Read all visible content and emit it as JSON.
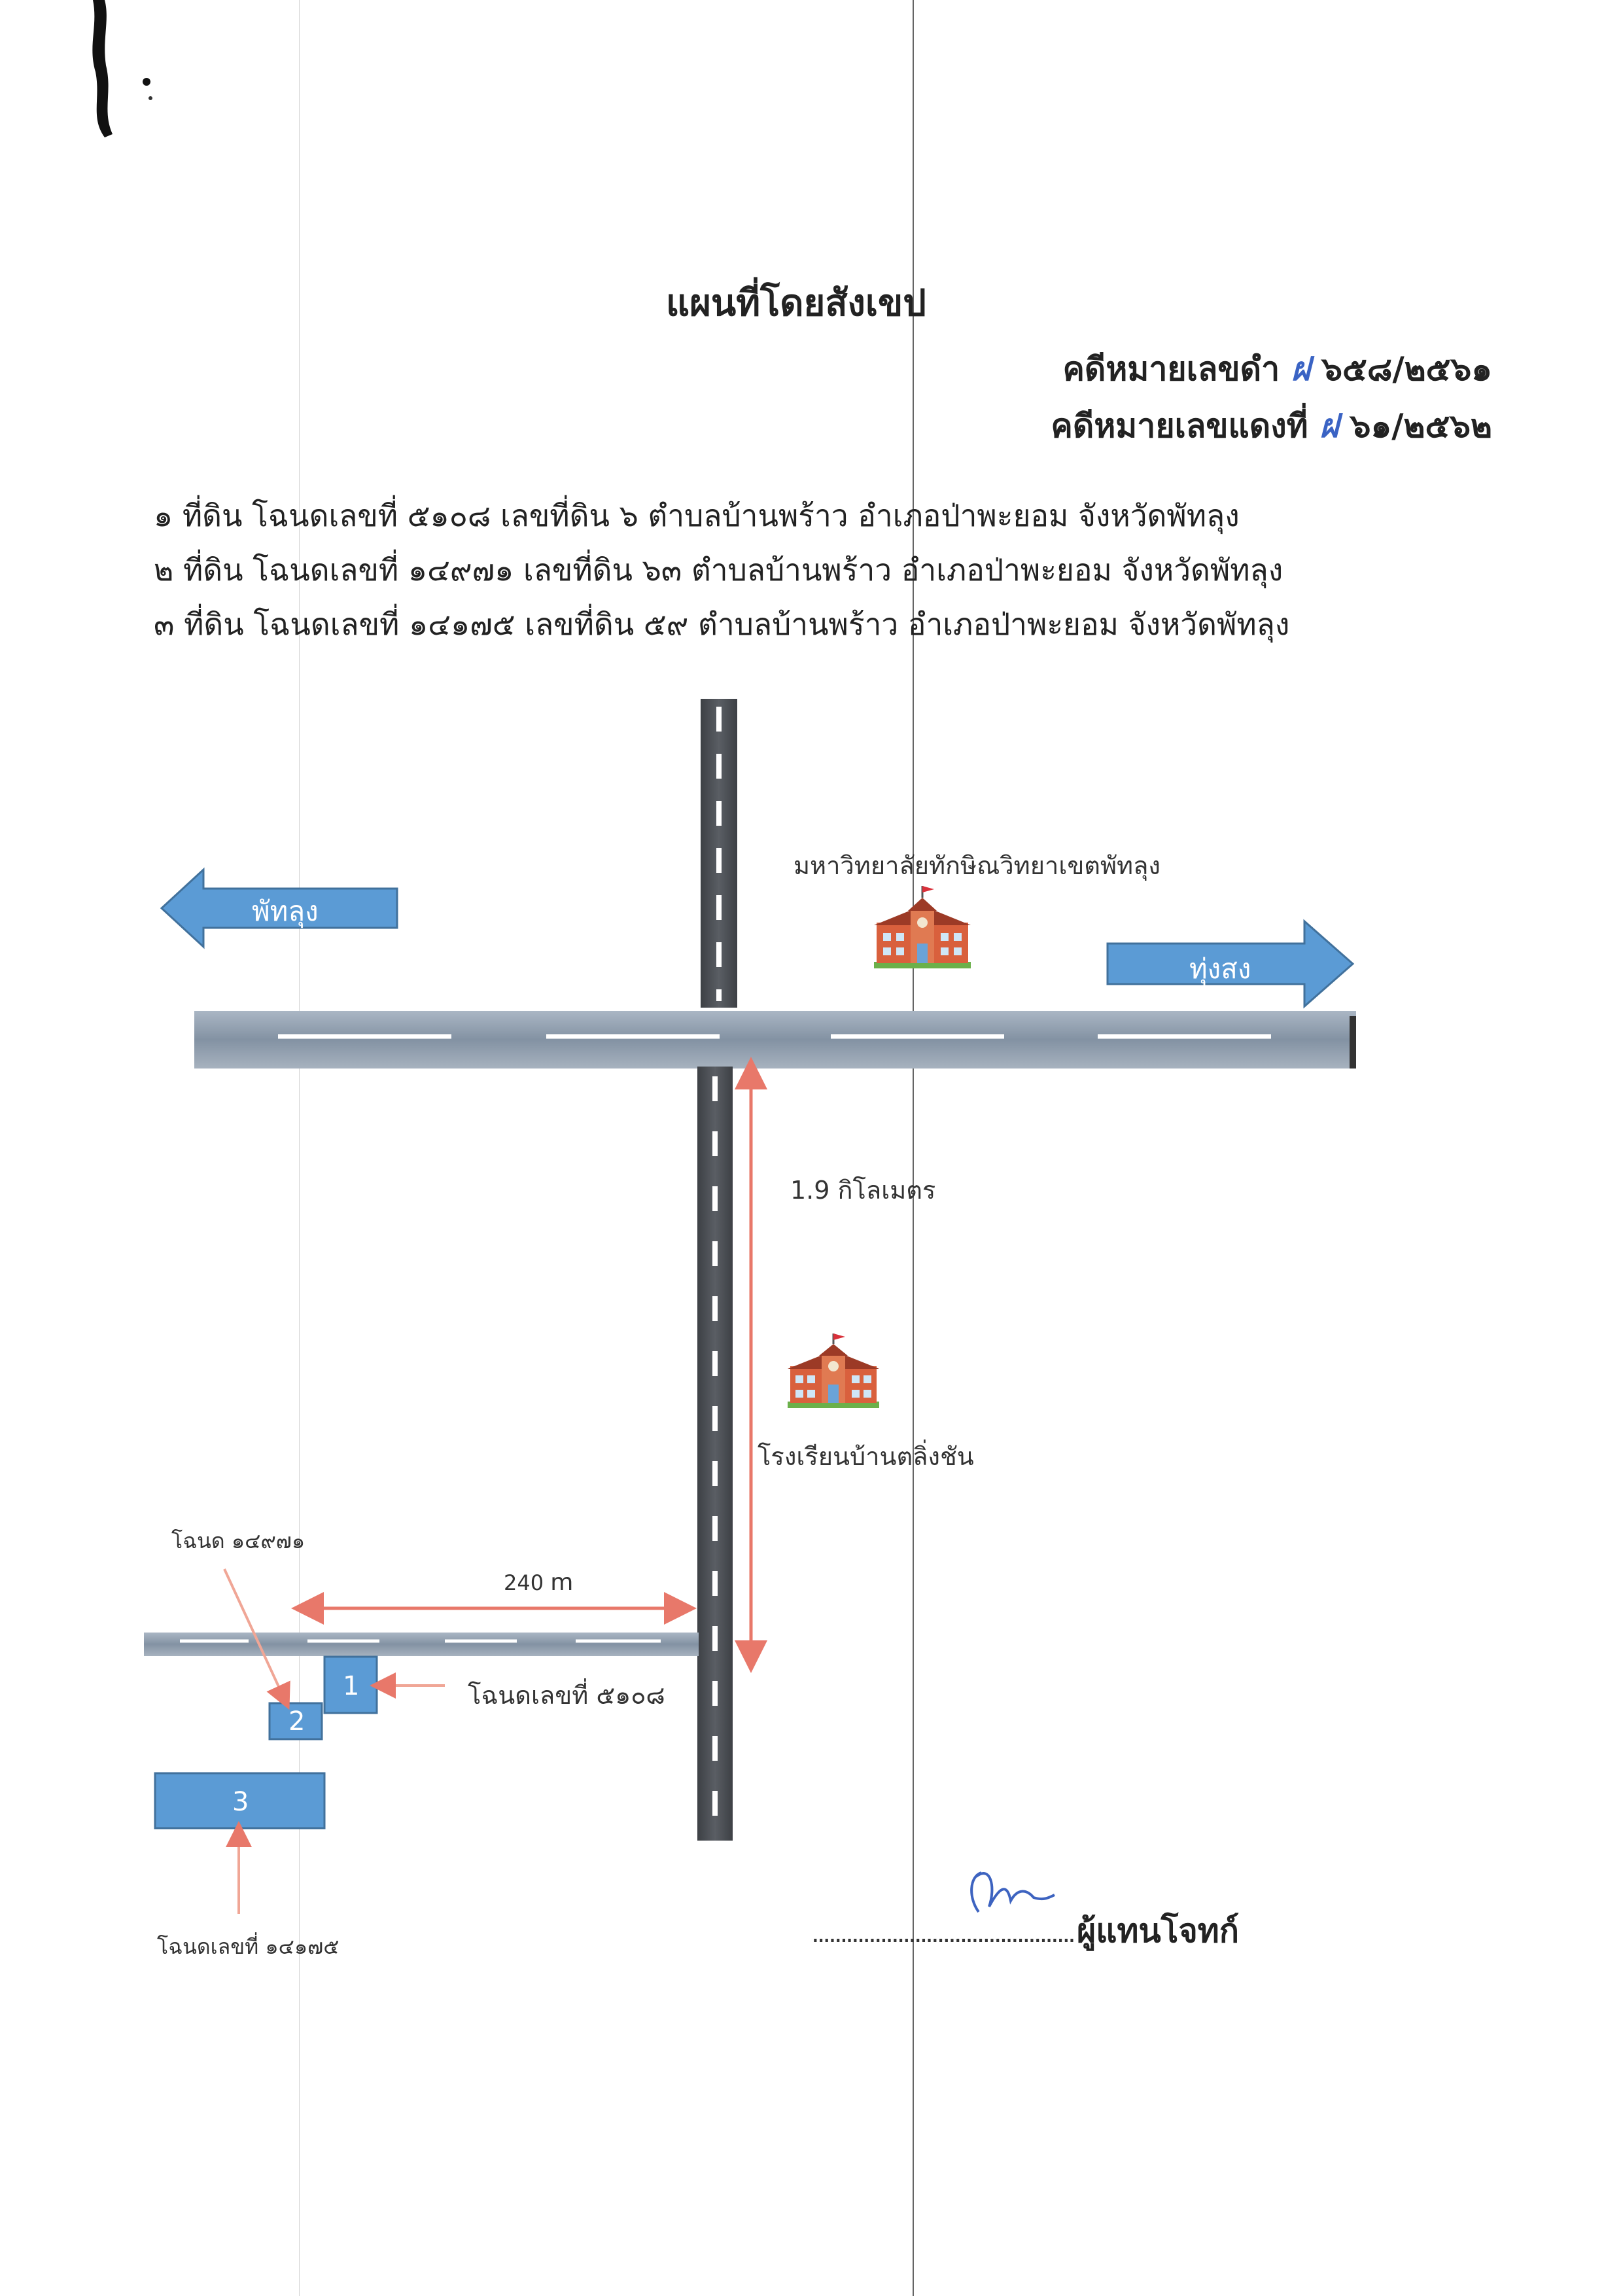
{
  "title": "แผนที่โดยสังเขป",
  "case": {
    "black_label": "คดีหมายเลขดำ",
    "black_mark": "ฝ",
    "black_number": "๖๕๘/๒๕๖๑",
    "red_label": "คดีหมายเลขแดงที่",
    "red_mark": "ฝ",
    "red_number": "๖๑/๒๕๖๒"
  },
  "land_items": [
    "๑ ที่ดิน โฉนดเลขที่  ๕๑๐๘  เลขที่ดิน ๖  ตำบลบ้านพร้าว   อำเภอป่าพะยอม จังหวัดพัทลุง",
    "๒ ที่ดิน โฉนดเลขที่  ๑๔๙๗๑  เลขที่ดิน ๖๓  ตำบลบ้านพร้าว   อำเภอป่าพะยอม  จังหวัดพัทลุง",
    "๓ ที่ดิน โฉนดเลขที่  ๑๔๑๗๕  เลขที่ดิน ๕๙ ตำบลบ้านพร้าว   อำเภอป่าพะยอม  จังหวัดพัทลุง"
  ],
  "map": {
    "university_label": "มหาวิทยาลัยทักษิณวิทยาเขตพัทลุง",
    "left_direction": "พัทลุง",
    "right_direction": "ทุ่งสง",
    "distance_label": "1.9 กิโลเมตร",
    "school_label": "โรงเรียนบ้านตลิ่งชัน",
    "side_road_distance": "240",
    "side_road_unit": "m",
    "parcel_2_deed": "โฉนด ๑๔๙๗๑",
    "parcel_1_deed": "โฉนดเลขที่  ๕๑๐๘",
    "parcel_3_deed": "โฉนดเลขที่ ๑๔๑๗๕",
    "parcels": [
      "1",
      "2",
      "3"
    ]
  },
  "signature": {
    "dots": "..............................................",
    "role": "ผู้แทนโจทก์"
  },
  "colors": {
    "arrow_fill": "#5b9bd5",
    "arrow_border": "#41719c",
    "parcel_fill": "#5b9bd5",
    "measure_red": "#e8786a",
    "road_main": "#8e9aa8",
    "road_vertical": "#4a4d52",
    "signature_blue": "#3d63c0"
  }
}
